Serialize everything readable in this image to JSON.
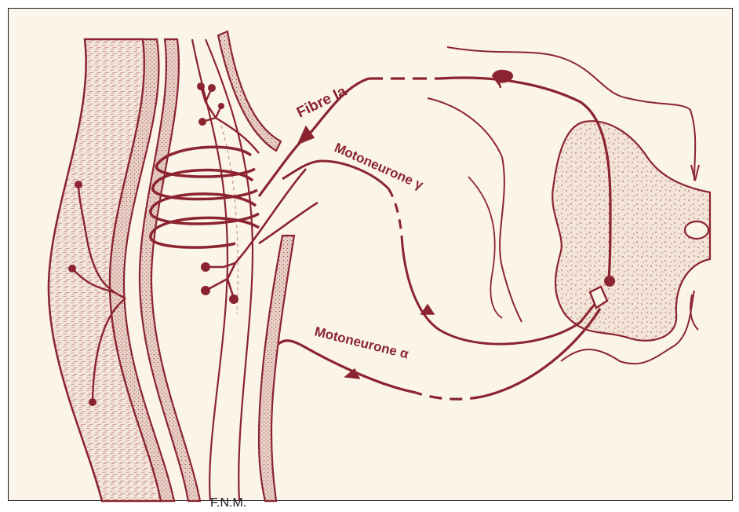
{
  "labels": {
    "fibre_ia": "Fibre Ia",
    "motoneurone_gamma": "Motoneurone γ",
    "motoneurone_alpha": "Motoneurone α",
    "fnm": "F.N.M."
  },
  "colors": {
    "ink": "#8b2430",
    "ink_light": "#c98a8a",
    "background": "#fbf5e9",
    "border": "#1a1a1a"
  }
}
